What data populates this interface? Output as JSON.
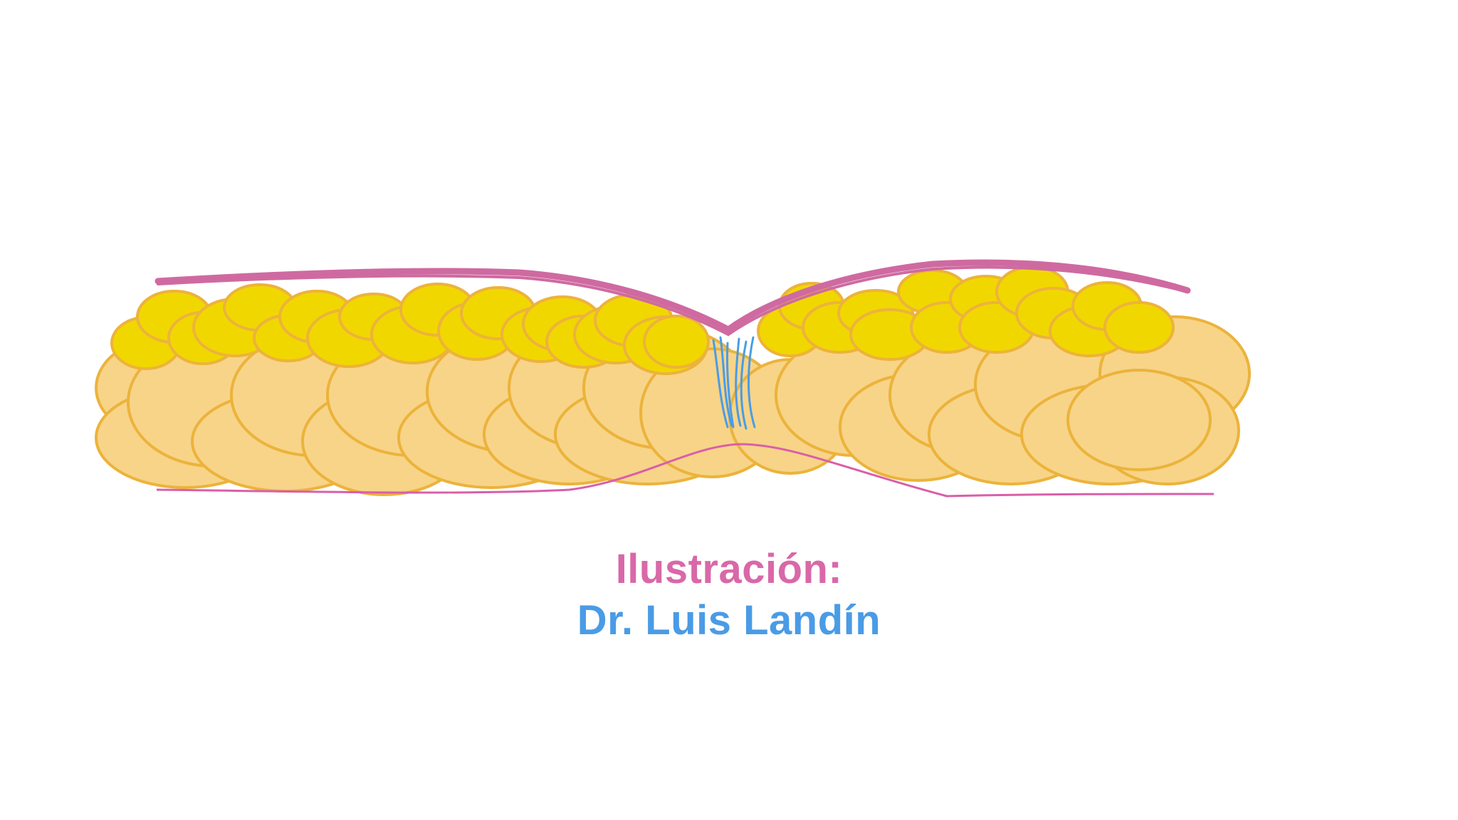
{
  "credit": {
    "label": "Ilustración:",
    "author": "Dr. Luis Landín"
  },
  "colors": {
    "background": "#ffffff",
    "skin": "#cf6aa1",
    "fascia": "#d95fa8",
    "superficial_fat": "#f1d700",
    "deep_fat": "#f7d488",
    "fat_outline": "#ecb33b",
    "septa": "#4a9ce6",
    "credit_label": "#d968a8",
    "credit_author": "#4a9be6"
  },
  "icons": {
    "superficial_fat_lobule": "yellow-ellipse",
    "deep_fat_lobule": "tan-ellipse",
    "septa": "blue-strands"
  }
}
